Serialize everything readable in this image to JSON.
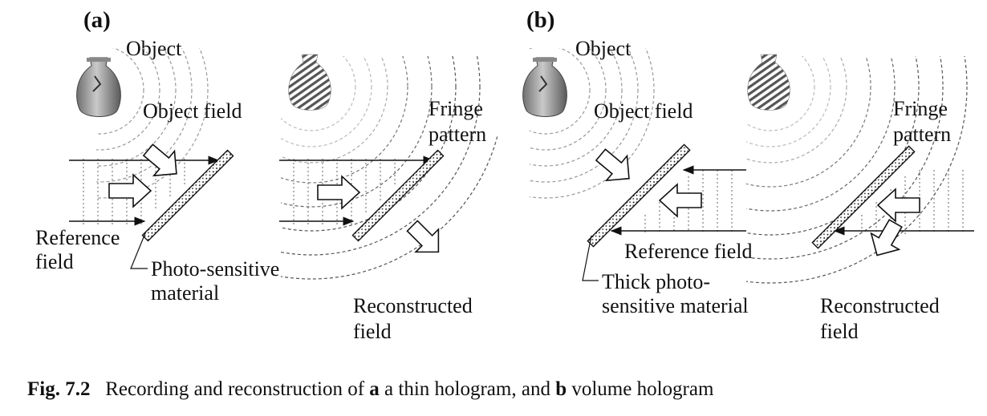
{
  "panels": [
    {
      "id": "a",
      "letter": "(a)",
      "object_label": "Object",
      "object_field_label": "Object field",
      "fringe_label_line1": "Fringe",
      "fringe_label_line2": "pattern",
      "reference_label_line1": "Reference",
      "reference_label_line2": "field",
      "material_label_line1": "Photo-sensitive",
      "material_label_line2": "material",
      "reconstructed_label_line1": "Reconstructed",
      "reconstructed_label_line2": "field"
    },
    {
      "id": "b",
      "letter": "(b)",
      "object_label": "Object",
      "object_field_label": "Object field",
      "fringe_label_line1": "Fringe",
      "fringe_label_line2": "pattern",
      "reference_label": "Reference field",
      "material_label_line1": "Thick photo-",
      "material_label_line2": "sensitive material",
      "reconstructed_label_line1": "Reconstructed",
      "reconstructed_label_line2": "field"
    }
  ],
  "caption": {
    "fig_label": "Fig. 7.2",
    "text_1": "Recording and reconstruction of",
    "a": "a",
    "text_2": "a thin hologram, and",
    "b": "b",
    "text_3": "volume hologram"
  }
}
